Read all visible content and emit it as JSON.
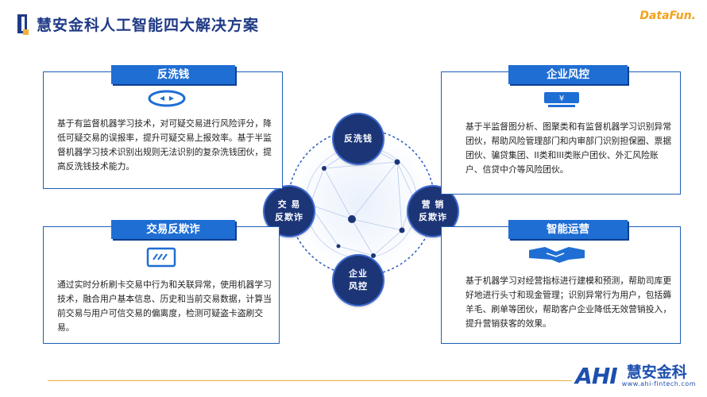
{
  "header": {
    "title": "慧安金科人工智能四大解决方案",
    "brand": "DataFun."
  },
  "cards": {
    "anti_money": {
      "label": "反洗钱",
      "text": "基于有监督机器学习技术，对可疑交易进行风险评分，降低可疑交易的误报率，提升可疑交易上报效率。基于半监督机器学习技术识别出规则无法识别的复杂洗钱团伙，提高反洗钱技术能力。"
    },
    "enterprise_risk": {
      "label": "企业风控",
      "text": "基于半监督图分析、图聚类和有监督机器学习识别异常团伙，帮助风险管理部门和内审部门识别担保圈、票据团伙、骗贷集团、II类和III类账户团伙、外汇风险账户、信贷中介等风险团伙。"
    },
    "anti_fraud": {
      "label": "交易反欺诈",
      "text": "通过实时分析刷卡交易中行为和关联异常，使用机器学习技术，融合用户基本信息、历史和当前交易数据，计算当前交易与用户可信交易的偏离度，检测可疑盗卡盗刷交易。"
    },
    "smart_ops": {
      "label": "智能运营",
      "text": "基于机器学习对经营指标进行建模和预测，帮助司库更好地进行头寸和现金管理；识别异常行为用户，包括薅羊毛、刷单等团伙，帮助客户企业降低无效营销投入，提升营销获客的效果。"
    }
  },
  "circles": {
    "top": "反洗钱",
    "left_line1": "交 易",
    "left_line2": "反欺诈",
    "right_line1": "营 销",
    "right_line2": "反欺诈",
    "bottom_line1": "企业",
    "bottom_line2": "风控"
  },
  "logo": {
    "main": "AHI",
    "cn": "慧安金科",
    "url": "www.ahi-fintech.com"
  },
  "colors": {
    "primary": "#1f3a86",
    "accent": "#1f6ed4",
    "gold": "#f0b03a"
  }
}
